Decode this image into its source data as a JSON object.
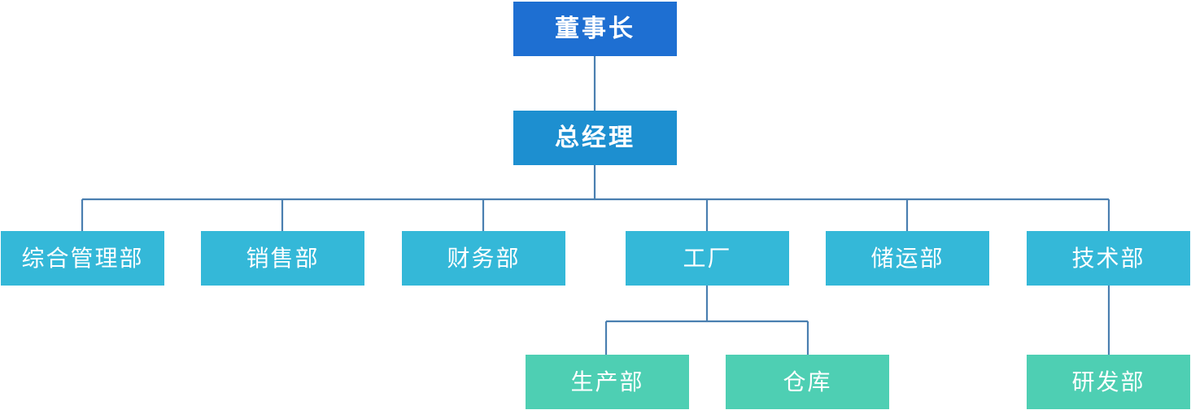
{
  "org": {
    "chairman": "董事长",
    "general_manager": "总经理",
    "departments": {
      "admin": "综合管理部",
      "sales": "销售部",
      "finance": "财务部",
      "factory": "工厂",
      "logistics": "储运部",
      "tech": "技术部"
    },
    "factory_units": {
      "production": "生产部",
      "warehouse": "仓库"
    },
    "tech_units": {
      "rnd": "研发部"
    }
  },
  "colors": {
    "chairman_fill": "#1e6fd2",
    "general_manager_fill": "#1d8fd0",
    "department_fill": "#34b8d8",
    "sub_unit_fill": "#4ecfb3",
    "connector": "#4a7fb0"
  }
}
